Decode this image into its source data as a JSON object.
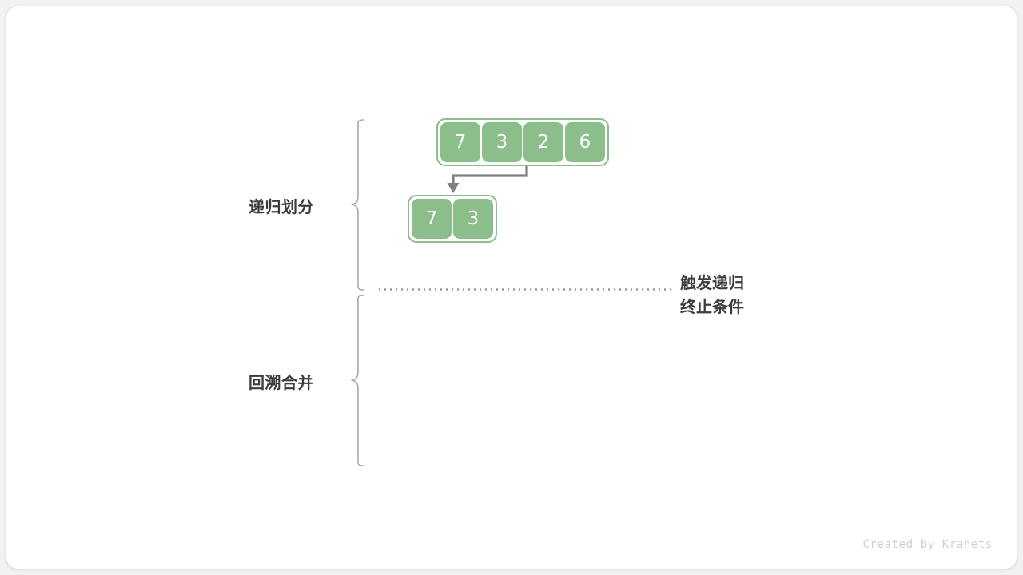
{
  "diagram": {
    "title": "merge-sort-recursive-partition",
    "colors": {
      "cell_fill": "#8cbe8c",
      "cell_text": "#ffffff",
      "label_text": "#3c3c3c",
      "arrow": "#808080",
      "brace": "#aaaaaa",
      "dotted_line": "#8c8c8c",
      "watermark": "#d0d0d0",
      "card_bg": "#ffffff",
      "page_bg": "#f2f2f2"
    },
    "arrays": [
      {
        "id": "array-top",
        "values": [
          "7",
          "3",
          "2",
          "6"
        ]
      },
      {
        "id": "array-sub",
        "values": [
          "7",
          "3"
        ]
      }
    ],
    "labels": {
      "divide": "递归划分",
      "merge": "回溯合并",
      "terminate_line1": "触发递归",
      "terminate_line2": "终止条件"
    },
    "watermark": "Created by Krahets"
  }
}
